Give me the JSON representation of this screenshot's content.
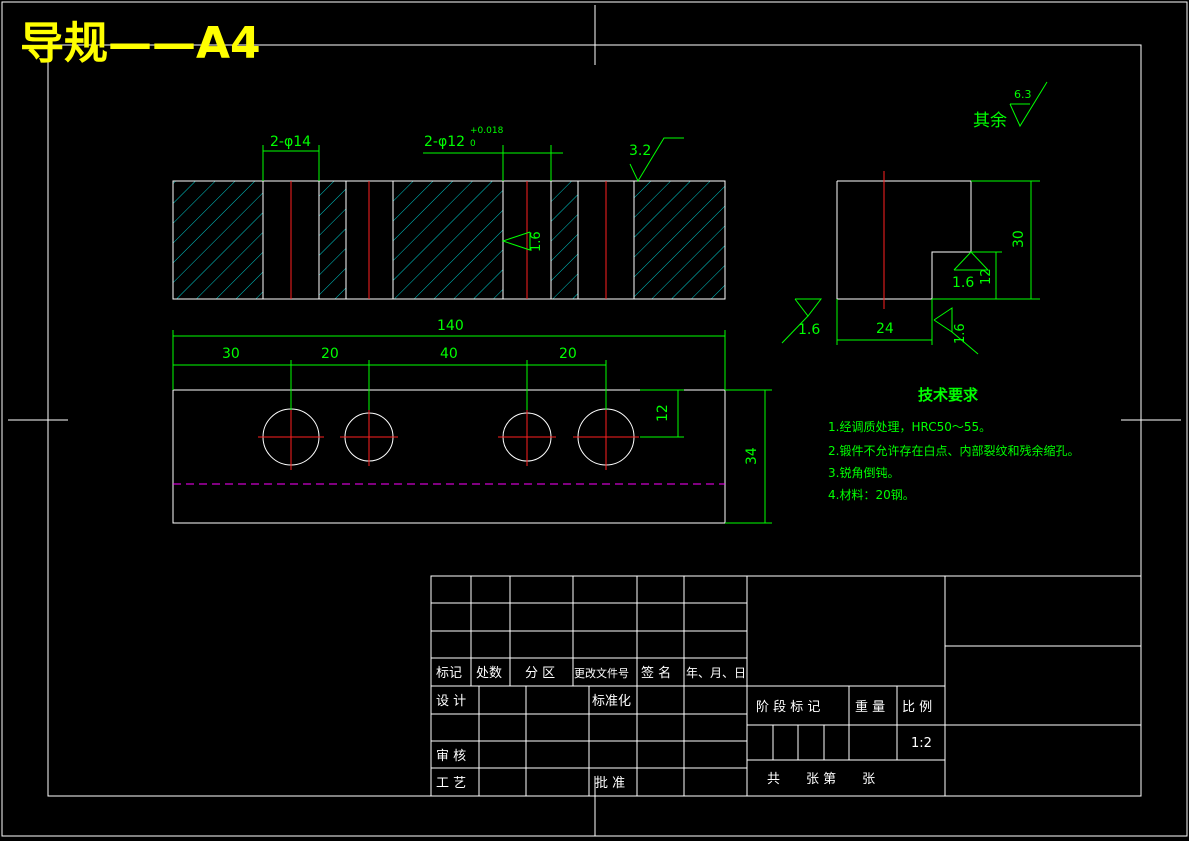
{
  "header": {
    "title": "导规——A4"
  },
  "colors": {
    "background": "#000000",
    "frame": "#ffffff",
    "dimension": "#00ff00",
    "hatch": "#00c8c8",
    "centerline": "#ff2020",
    "hidden": "#ff00ff",
    "title": "#ffff00"
  },
  "front_view": {
    "hole_callout_1": "2-φ14",
    "hole_callout_2": "2-φ12",
    "tol_upper": "+0.018",
    "tol_lower": "0",
    "roughness_top": "3.2",
    "roughness_bore": "1.6"
  },
  "top_view": {
    "overall_length": "140",
    "dim_30": "30",
    "dim_20a": "20",
    "dim_40": "40",
    "dim_20b": "20",
    "dim_12": "12",
    "dim_34": "34"
  },
  "side_view": {
    "roughness_other_label": "其余",
    "roughness_other": "6.3",
    "dim_30": "30",
    "dim_12": "12",
    "dim_24": "24",
    "roughness_step": "1.6",
    "roughness_bottom_left": "1.6",
    "roughness_bottom_right": "1.6"
  },
  "tech_requirements": {
    "title": "技术要求",
    "items": [
      "1.经调质处理，HRC50～55。",
      "2.锻件不允许存在白点、内部裂纹和残余缩孔。",
      "3.锐角倒钝。",
      "4.材料：20钢。"
    ]
  },
  "title_block": {
    "h_mark": "标记",
    "h_count": "处数",
    "h_zone": "分 区",
    "h_docno": "更改文件号",
    "h_sign": "签 名",
    "h_date": "年、月、日",
    "design": "设 计",
    "standard": "标准化",
    "review": "审 核",
    "process": "工 艺",
    "approve": "批 准",
    "stage": "阶 段 标 记",
    "weight": "重 量",
    "scale_label": "比 例",
    "scale": "1:2",
    "sheets": "共　　张 第　　张"
  }
}
